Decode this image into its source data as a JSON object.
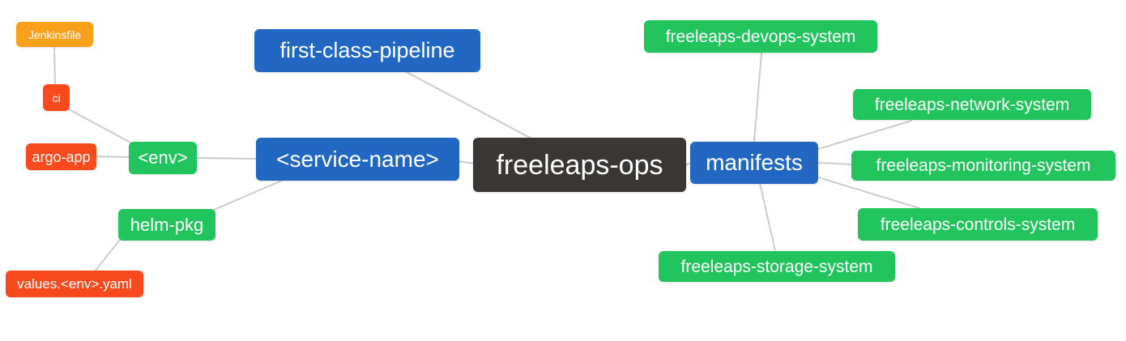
{
  "palette": {
    "root_bg": "#3b3735",
    "branch_blue": "#2268c2",
    "leaf_green": "#22c45e",
    "leaf_red": "#f94a1d",
    "leaf_orange": "#f9a11b",
    "edge_line": "#cccccc",
    "node_text": "#ffffff",
    "background": "#ffffff"
  },
  "nodes": {
    "root": {
      "label": "freeleaps-ops"
    },
    "first_class_pipeline": {
      "label": "first-class-pipeline"
    },
    "service_name": {
      "label": "<service-name>"
    },
    "env": {
      "label": "<env>"
    },
    "ci": {
      "label": "ci"
    },
    "jenkinsfile": {
      "label": "Jenkinsfile"
    },
    "argo_app": {
      "label": "argo-app"
    },
    "helm_pkg": {
      "label": "helm-pkg"
    },
    "values_env_yaml": {
      "label": "values.<env>.yaml"
    },
    "manifests": {
      "label": "manifests"
    },
    "devops_system": {
      "label": "freeleaps-devops-system"
    },
    "network_system": {
      "label": "freeleaps-network-system"
    },
    "monitoring_system": {
      "label": "freeleaps-monitoring-system"
    },
    "controls_system": {
      "label": "freeleaps-controls-system"
    },
    "storage_system": {
      "label": "freeleaps-storage-system"
    }
  },
  "edges": [
    {
      "from": "jenkinsfile",
      "to": "ci"
    },
    {
      "from": "ci",
      "to": "env"
    },
    {
      "from": "argo_app",
      "to": "env"
    },
    {
      "from": "env",
      "to": "service_name"
    },
    {
      "from": "helm_pkg",
      "to": "service_name"
    },
    {
      "from": "values_env_yaml",
      "to": "helm_pkg"
    },
    {
      "from": "first_class_pipeline",
      "to": "root"
    },
    {
      "from": "service_name",
      "to": "root"
    },
    {
      "from": "root",
      "to": "manifests"
    },
    {
      "from": "manifests",
      "to": "devops_system"
    },
    {
      "from": "manifests",
      "to": "network_system"
    },
    {
      "from": "manifests",
      "to": "monitoring_system"
    },
    {
      "from": "manifests",
      "to": "controls_system"
    },
    {
      "from": "manifests",
      "to": "storage_system"
    }
  ]
}
